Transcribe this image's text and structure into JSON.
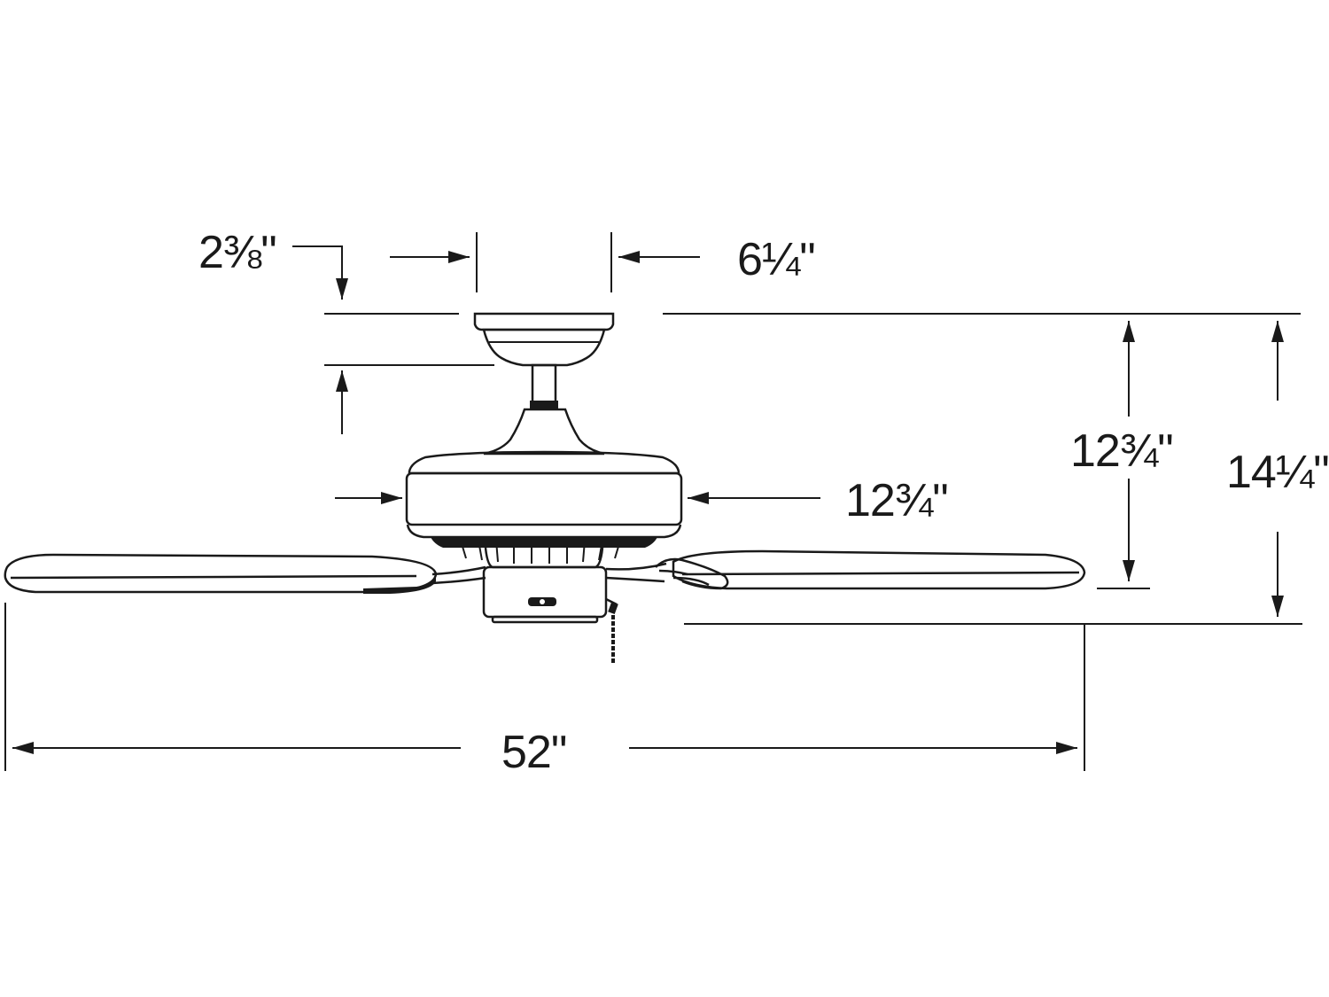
{
  "dimensions": {
    "canopy_height": "2⅜\"",
    "canopy_width": "6¼\"",
    "motor_width": "12¾\"",
    "ceiling_to_blade": "12¾\"",
    "overall_height": "14¼\"",
    "blade_span": "52\""
  },
  "colors": {
    "line": "#1a1a1a",
    "background": "#ffffff"
  }
}
